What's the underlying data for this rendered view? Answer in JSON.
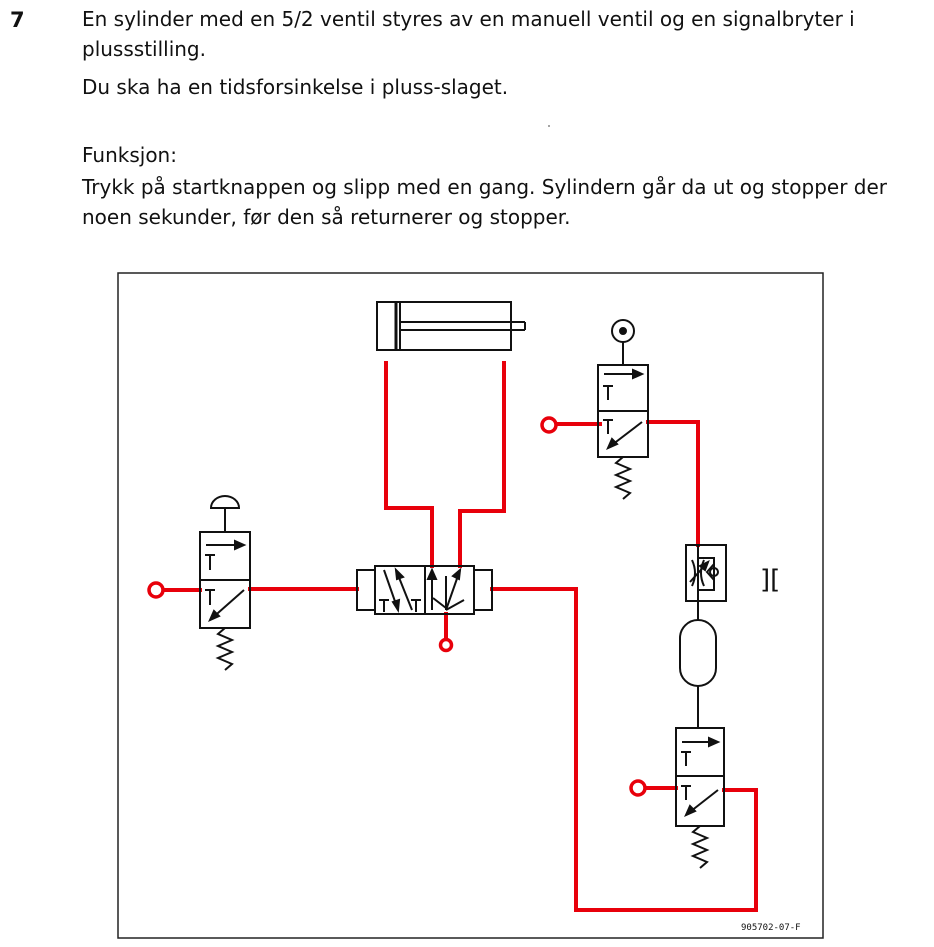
{
  "task": {
    "number": "7",
    "line1": "En sylinder med en 5/2 ventil styres av en manuell ventil og en signalbryter i",
    "line2": "plussstilling.",
    "line3": "Du ska ha en tidsforsinkelse i pluss-slaget.",
    "function_heading": "Funksjon:",
    "function_line1": "Trykk på startknappen og slipp med en gang. Sylindern går da ut og stopper der",
    "function_line2": "noen sekunder, før den så returnerer og stopper."
  },
  "diagram": {
    "drawing_code": "905702-07-F",
    "timer_symbol": "][",
    "line_color": "#e8000b",
    "symbol_color": "#111111"
  }
}
